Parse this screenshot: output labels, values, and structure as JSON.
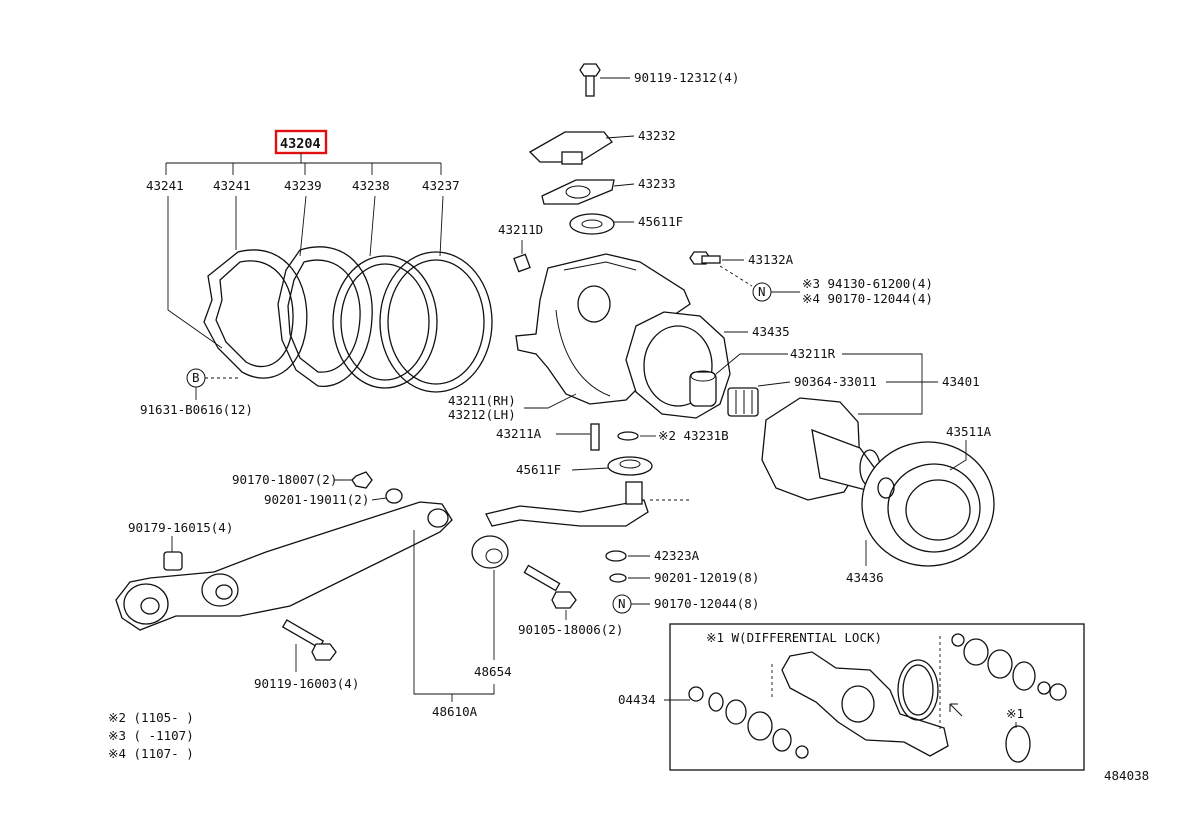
{
  "diagram_id": "484038",
  "highlight_part": "43204",
  "parts": {
    "p43204": "43204",
    "p43241a": "43241",
    "p43241b": "43241",
    "p43239": "43239",
    "p43238": "43238",
    "p43237": "43237",
    "b_bolt": "91631-B0616(12)",
    "p9011912312": "90119-12312(4)",
    "p43232": "43232",
    "p43233": "43233",
    "p45611F_top": "45611F",
    "p43211D": "43211D",
    "p43132A": "43132A",
    "n3": "※3 94130-61200(4)",
    "n4": "※4 90170-12044(4)",
    "p43435": "43435",
    "p43211R": "43211R",
    "p9036433011": "90364-33011",
    "p43401": "43401",
    "p43211RH": "43211(RH)",
    "p43212LH": "43212(LH)",
    "p43211A": "43211A",
    "p43231B": "※2 43231B",
    "p43511A": "43511A",
    "p45611F_bot": "45611F",
    "p9017018007": "90170-18007(2)",
    "p9020119011": "90201-19011(2)",
    "p9017916015": "90179-16015(4)",
    "p42323A": "42323A",
    "p9020112019": "90201-12019(8)",
    "p9017012044": "90170-12044(8)",
    "p9010518006": "90105-18006(2)",
    "p43436": "43436",
    "p9011916003": "90119-16003(4)",
    "p48654": "48654",
    "p48610A": "48610A",
    "p04434": "04434",
    "w_diff": "※1 W(DIFFERENTIAL LOCK)",
    "n1": "※1",
    "circle_b": "B",
    "circle_n1": "N",
    "circle_n2": "N"
  },
  "notes": [
    "※2 (1105-     )",
    "※3 (     -1107)",
    "※4 (1107-     )"
  ]
}
